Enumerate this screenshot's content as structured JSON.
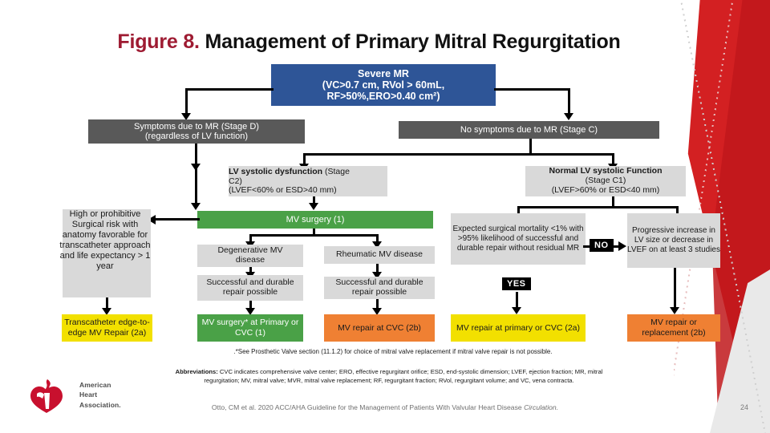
{
  "slide": {
    "page_number": "24",
    "title_prefix": "Figure 8.",
    "title_main": " Management of Primary Mitral Regurgitation",
    "logo": {
      "line1": "American",
      "line2": "Heart",
      "line3": "Association."
    },
    "colors": {
      "accent_red": "#9e1b32",
      "deco_red": "#d32022",
      "severe_blue": "#2e5597",
      "surgery_green": "#4aa147",
      "result_yellow": "#f2e000",
      "result_orange": "#ef8033",
      "node_gray": "#d9d9d9",
      "stage_gray": "#595959"
    }
  },
  "flow": {
    "severe_mr": {
      "line1": "Severe MR",
      "line2": "(VC>0.7 cm, RVol > 60mL,",
      "line3": "RF>50%,ERO>0.40 cm²)"
    },
    "symptoms_d": {
      "line1": "Symptoms due to MR (Stage D)",
      "line2": "(regardless of LV function)"
    },
    "no_symptoms_c": "No symptoms due to MR (Stage C)",
    "lv_dysfunction": {
      "line1_bold": "LV systolic dysfunction",
      "line1_rest": " (Stage",
      "line2": "C2)",
      "line3": "(LVEF<60% or ESD>40 mm)"
    },
    "normal_lv": {
      "line1": "Normal LV systolic Function",
      "line2": "(Stage C1)",
      "line3": "(LVEF>60% or ESD<40 mm)"
    },
    "high_risk": "High or prohibitive Surgical risk with anatomy favorable for transcatheter approach and life expectancy > 1 year",
    "mv_surgery": "MV surgery (1)",
    "degenerative": "Degenerative MV disease",
    "rheumatic": "Rheumatic MV disease",
    "successful_left": "Successful and durable repair possible",
    "successful_right": "Successful and durable repair possible",
    "expected_mortality": "Expected surgical mortality <1% with >95% likelihood of successful and durable repair without residual MR",
    "progressive_increase": "Progressive increase in LV size or decrease in LVEF on at least 3 studies",
    "badge_yes": "YES",
    "badge_no": "NO"
  },
  "results": {
    "transcatheter": "Transcatheter edge-to-edge MV Repair (2a)",
    "mv_surgery_cvc": "MV surgery* at Primary or CVC (1)",
    "mv_repair_cvc": "MV repair at CVC (2b)",
    "mv_repair_primary": "MV repair at primary or CVC  (2a)",
    "mv_repair_replace": "MV repair or replacement (2b)"
  },
  "footnotes": {
    "star_note": ".*See Prosthetic Valve section (11.1.2) for choice of mitral valve replacement if mitral valve repair is not possible.",
    "abbr_label": "Abbreviations:",
    "abbr_text": " CVC indicates comprehensive valve center; ERO, effective regurgitant orifice; ESD, end-systolic dimension; LVEF, ejection fraction; MR, mitral regurgitation; MV, mitral valve; MVR, mitral valve replacement; RF, regurgitant fraction; RVol, regurgitant volume; and VC, vena contracta.",
    "citation_text": "Otto, CM et al. 2020 ACC/AHA Guideline for the Management of Patients With Valvular Heart Disease ",
    "citation_italic": "Circulation."
  }
}
